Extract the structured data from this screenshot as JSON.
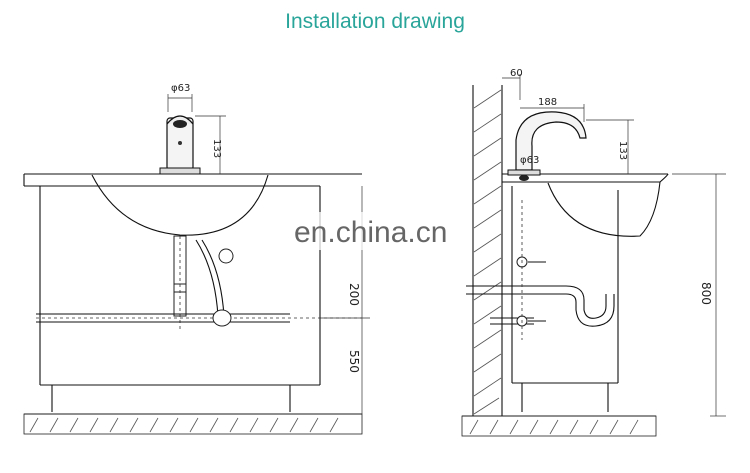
{
  "header": {
    "title": "Installation drawing"
  },
  "watermark": "en.china.cn",
  "front_view": {
    "diameter_label": "φ63",
    "faucet_height_label": "133",
    "drain_height_label": "200",
    "floor_height_label": "550"
  },
  "side_view": {
    "wall_offset_label": "60",
    "spout_reach_label": "188",
    "diameter_label": "φ63",
    "faucet_height_label": "133",
    "total_height_label": "800"
  }
}
